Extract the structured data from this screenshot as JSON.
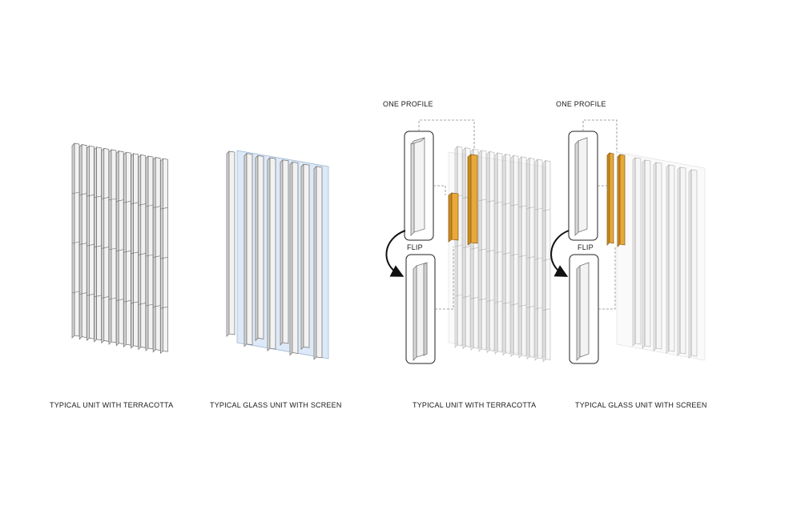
{
  "captions": {
    "unit_terracotta": "TYPICAL UNIT WITH TERRACOTTA",
    "glass_unit_screen": "TYPICAL GLASS UNIT WITH SCREEN",
    "unit_terracotta_2": "TYPICAL UNIT WITH TERRACOTTA",
    "glass_unit_screen_2": "TYPICAL GLASS UNIT WITH SCREEN"
  },
  "callouts": {
    "one_profile_1": "ONE PROFILE",
    "one_profile_2": "ONE PROFILE",
    "flip_1": "FLIP",
    "flip_2": "FLIP"
  },
  "colors": {
    "fin_highlight": "#e8a93a",
    "glass_tint": "#dbe8f6",
    "line": "#6e6e6e",
    "fin_fill": "#f2f2f2"
  }
}
